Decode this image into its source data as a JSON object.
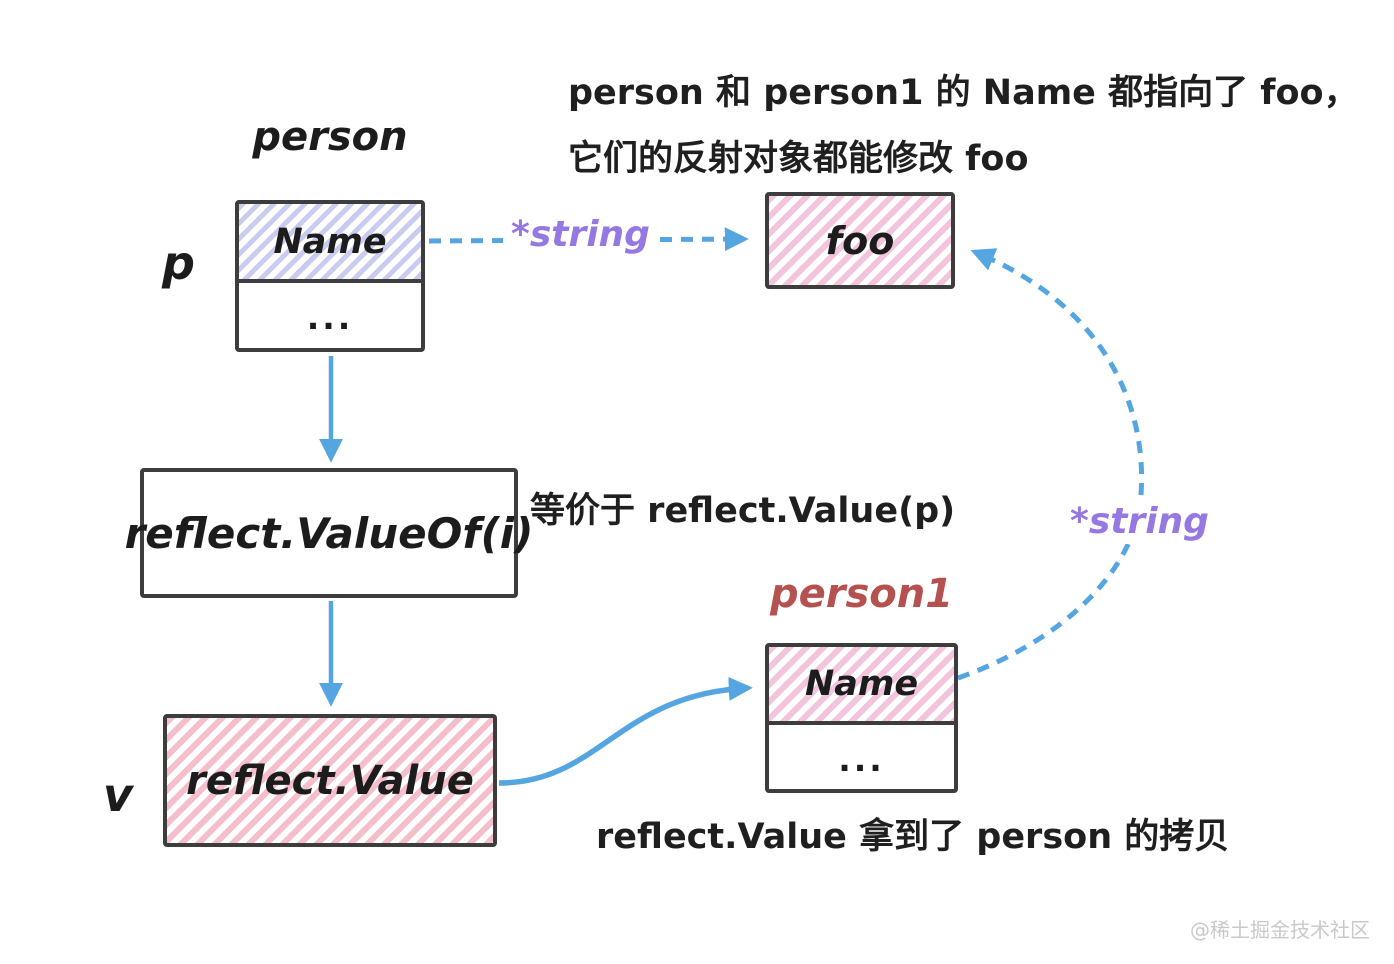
{
  "notes": {
    "top_line1": "person 和 person1 的 Name 都指向了 foo，",
    "top_line2": "它们的反射对象都能修改 foo",
    "equivalence": "等价于 reflect.Value(p)",
    "bottom": "reflect.Value 拿到了 person 的拷贝",
    "watermark": "@稀土掘金技术社区"
  },
  "nodes": {
    "person": {
      "title": "person",
      "var_label": "p",
      "fields": [
        {
          "name": "Name"
        },
        {
          "name": "..."
        }
      ]
    },
    "foo": {
      "label": "foo"
    },
    "value_of": {
      "label": "reflect.ValueOf(i)"
    },
    "reflect_value": {
      "label": "reflect.Value",
      "var_label": "v"
    },
    "person1": {
      "title": "person1",
      "fields": [
        {
          "name": "Name"
        },
        {
          "name": "..."
        }
      ]
    }
  },
  "edges": {
    "person_name_to_foo": {
      "label": "*string",
      "style": "dashed"
    },
    "person1_name_to_foo": {
      "label": "*string",
      "style": "dashed"
    },
    "p_to_valueof": {
      "style": "solid"
    },
    "valueof_to_value": {
      "style": "solid"
    },
    "value_to_person1_name": {
      "style": "solid"
    }
  },
  "colors": {
    "arrow_blue": "#55a5e0",
    "pointer_purple": "#9678e2",
    "person1_red": "#b5514e",
    "box_border": "#3d3d3d",
    "lavender_hatch": "#caccef",
    "pink_hatch": "#f3c5dc",
    "watermark_gray": "#c9c9c9"
  }
}
